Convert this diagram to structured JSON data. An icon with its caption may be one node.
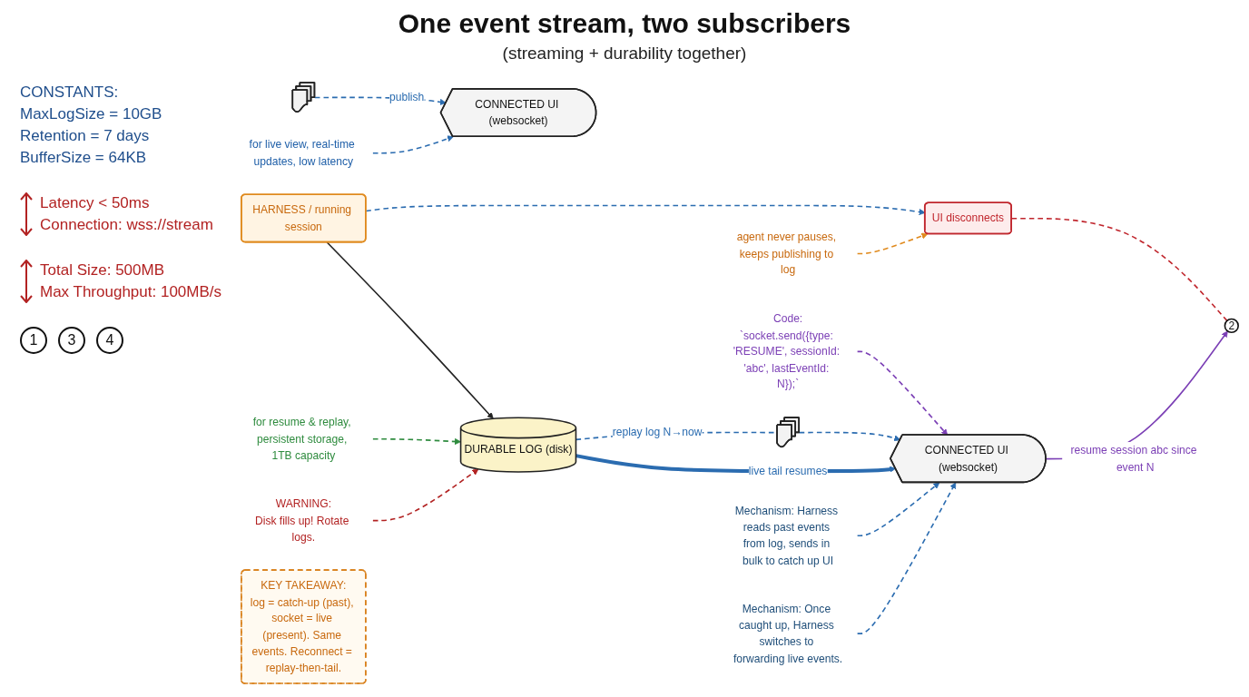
{
  "diagram": {
    "title": "One event stream, two subscribers",
    "nodes": [
      {
        "text": [
          "HARNESS / running session"
        ]
      },
      {
        "text": [],
        "shape": "picture"
      },
      {
        "text": [
          "CONNECTED UI (websocket)"
        ]
      },
      {
        "text": [
          "for live view, real-time updates, low latency"
        ]
      },
      {
        "text": [
          "for resume & replay, persistent storage, 1TB capacity"
        ]
      },
      {
        "text": [
          "UI disconnects"
        ]
      },
      {
        "text": [
          "agent never pauses, keeps publishing to log"
        ]
      },
      {
        "text": [
          "DURABLE LOG (disk)"
        ]
      },
      {
        "text": [
          "2"
        ]
      },
      {
        "text": [
          "Code:",
          "`socket.send({type: 'RESUME', sessionId: 'abc', lastEventId: N});`"
        ]
      },
      {
        "text": [],
        "shape": "picture"
      },
      {
        "text": [
          "CONNECTED UI (websocket)"
        ]
      },
      {
        "text": [
          "Mechanism: Harness reads past events from log, sends in bulk to catch up UI"
        ]
      },
      {
        "text": [
          "WARNING:",
          "Disk fills up! Rotate logs."
        ]
      },
      {
        "text": [
          "Mechanism: Once caught up, Harness switches to forwarding live events."
        ]
      },
      {
        "text": [
          "KEY TAKEAWAY:",
          "log = catch-up (past), socket = live (present). Same events. Reconnect = replay-then-tail."
        ]
      }
    ],
    "edges": [
      {
        "from": 1,
        "to": 2,
        "arrow": "to",
        "label": "publish",
        "style": "dashed"
      },
      {
        "from": 3,
        "to": 2,
        "arrow": "to",
        "style": "dashed"
      },
      {
        "from": 0,
        "to": 7,
        "arrow": "to",
        "color": "#222222"
      },
      {
        "from": 0,
        "to": 5,
        "arrow": "to",
        "style": "dashed"
      },
      {
        "from": 4,
        "to": 7,
        "arrow": "to",
        "style": "dashed",
        "color": "#2e8b3e"
      },
      {
        "from": 6,
        "to": 5,
        "arrow": "to",
        "style": "dashed",
        "color": "#e08a1e"
      },
      {
        "from": 5,
        "to": 8,
        "arrow": "none",
        "style": "dashed",
        "color": "#c0262d"
      },
      {
        "from": 11,
        "to": 8,
        "arrow": "to",
        "label": "resume session abc since event N",
        "color": "#7b3fb5"
      },
      {
        "from": 9,
        "to": 11,
        "arrow": "to",
        "style": "dashed",
        "color": "#7b3fb5"
      },
      {
        "from": 7,
        "to": 10,
        "arrow": "none",
        "label": "replay log N→now",
        "style": "dashed"
      },
      {
        "from": 10,
        "to": 11,
        "arrow": "to",
        "style": "dashed"
      },
      {
        "from": 7,
        "to": 11,
        "arrow": "to",
        "label": "live tail resumes",
        "style": "thick"
      },
      {
        "from": 12,
        "to": 11,
        "arrow": "to",
        "style": "dashed"
      },
      {
        "from": 14,
        "to": 11,
        "arrow": "to",
        "style": "dashed"
      },
      {
        "from": 13,
        "to": 7,
        "arrow": "to",
        "style": "dashed",
        "color": "#b22222"
      }
    ],
    "labels": [
      "(streaming + durability together)",
      "CONSTANTS:",
      "MaxLogSize = 10GB",
      "Retention = 7 days",
      "BufferSize = 64KB",
      "Latency < 50ms",
      "Connection: wss://stream",
      "1",
      "Total Size: 500MB",
      "Max Throughput: 100MB/s",
      "3",
      "4"
    ]
  }
}
